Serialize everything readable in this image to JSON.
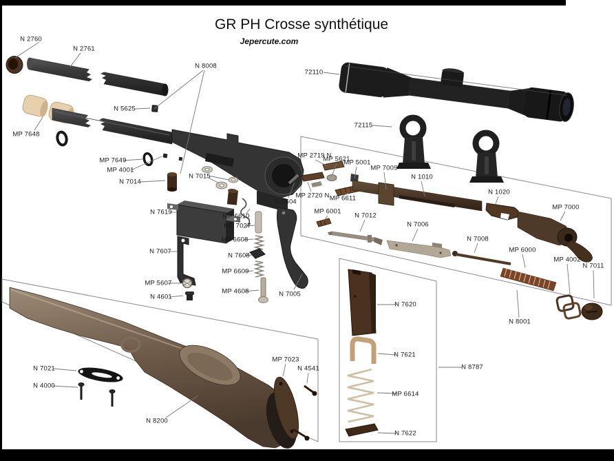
{
  "page": {
    "title": "GR PH Crosse synthétique",
    "subtitle": "Jepercute.com"
  },
  "colors": {
    "frame_bg": "#000000",
    "page_bg": "#ffffff",
    "label_text": "#1a1a1a",
    "leader_line": "#777777",
    "metal_dark": "#3a3a3a",
    "part_brown": "#4e3a28",
    "foam_tan": "#e7d0ae",
    "silver": "#b3a896"
  },
  "labels": {
    "barrel_group": {
      "n2760": "N 2760",
      "n2761": "N 2761",
      "n8008": "N 8008",
      "n5625": "N 5625",
      "mp7648": "MP 7648",
      "mp7649": "MP 7649",
      "mp4001": "MP 4001",
      "n7014": "N 7014",
      "n7015": "N 7015",
      "n5604": "N 5604"
    },
    "scope": {
      "scope": "72110",
      "rings": "72115"
    },
    "bolt_group": {
      "mp2719n": "MP 2719 N",
      "mp5621": "MP 5621",
      "mp5001": "MP 5001",
      "mp7009": "MP 7009",
      "n1010": "N 1010",
      "mp2720n": "MP 2720 N",
      "mp6611": "MP 6611",
      "mp6001": "MP 6001",
      "n7012": "N 7012",
      "n7006": "N 7006",
      "n7008": "N 7008",
      "n1020": "N 1020",
      "mp7000": "MP 7000",
      "mp6000": "MP 6000",
      "mp4002": "MP 4002",
      "n7011": "N 7011",
      "group": "N 8001"
    },
    "trigger_group": {
      "n7619": "N 7619",
      "mp6610": "MP 6610",
      "mp7027": "MP 7027",
      "mp6608": "MP 6608",
      "n7608": "N 7608",
      "mp6609": "MP 6609",
      "n7607": "N 7607",
      "mp5607": "MP 5607",
      "n4601": "N 4601",
      "mp4608": "MP 4608",
      "n7005": "N 7005"
    },
    "magazine_group": {
      "n7620": "N 7620",
      "n7621": "N 7621",
      "mp6614": "MP 6614",
      "n7622": "N 7622",
      "group": "N 8787"
    },
    "stock_group": {
      "n7021": "N 7021",
      "n4000": "N 4000",
      "mp7023": "MP 7023",
      "n4541": "N 4541",
      "group": "N 8200"
    }
  }
}
